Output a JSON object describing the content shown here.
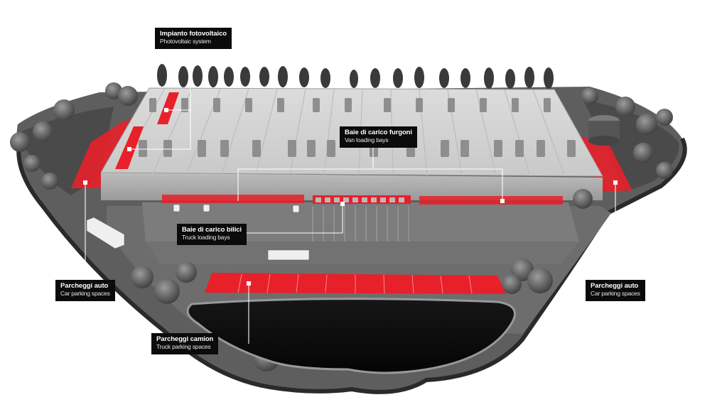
{
  "labels": {
    "pv": {
      "it": "Impianto fotovoltaico",
      "en": "Photovoltaic system"
    },
    "van": {
      "it": "Baie di carico furgoni",
      "en": "Van loading bays"
    },
    "truck_bays": {
      "it": "Baie di carico bilici",
      "en": "Truck loading bays"
    },
    "car_left": {
      "it": "Parcheggi auto",
      "en": "Car parking spaces"
    },
    "car_right": {
      "it": "Parcheggi auto",
      "en": "Car parking spaces"
    },
    "truck_parking": {
      "it": "Parcheggi camion",
      "en": "Truck parking spaces"
    }
  },
  "colors": {
    "highlight": "#e8202a",
    "label_bg": "#0b0b0b",
    "leader": "#ffffff"
  }
}
